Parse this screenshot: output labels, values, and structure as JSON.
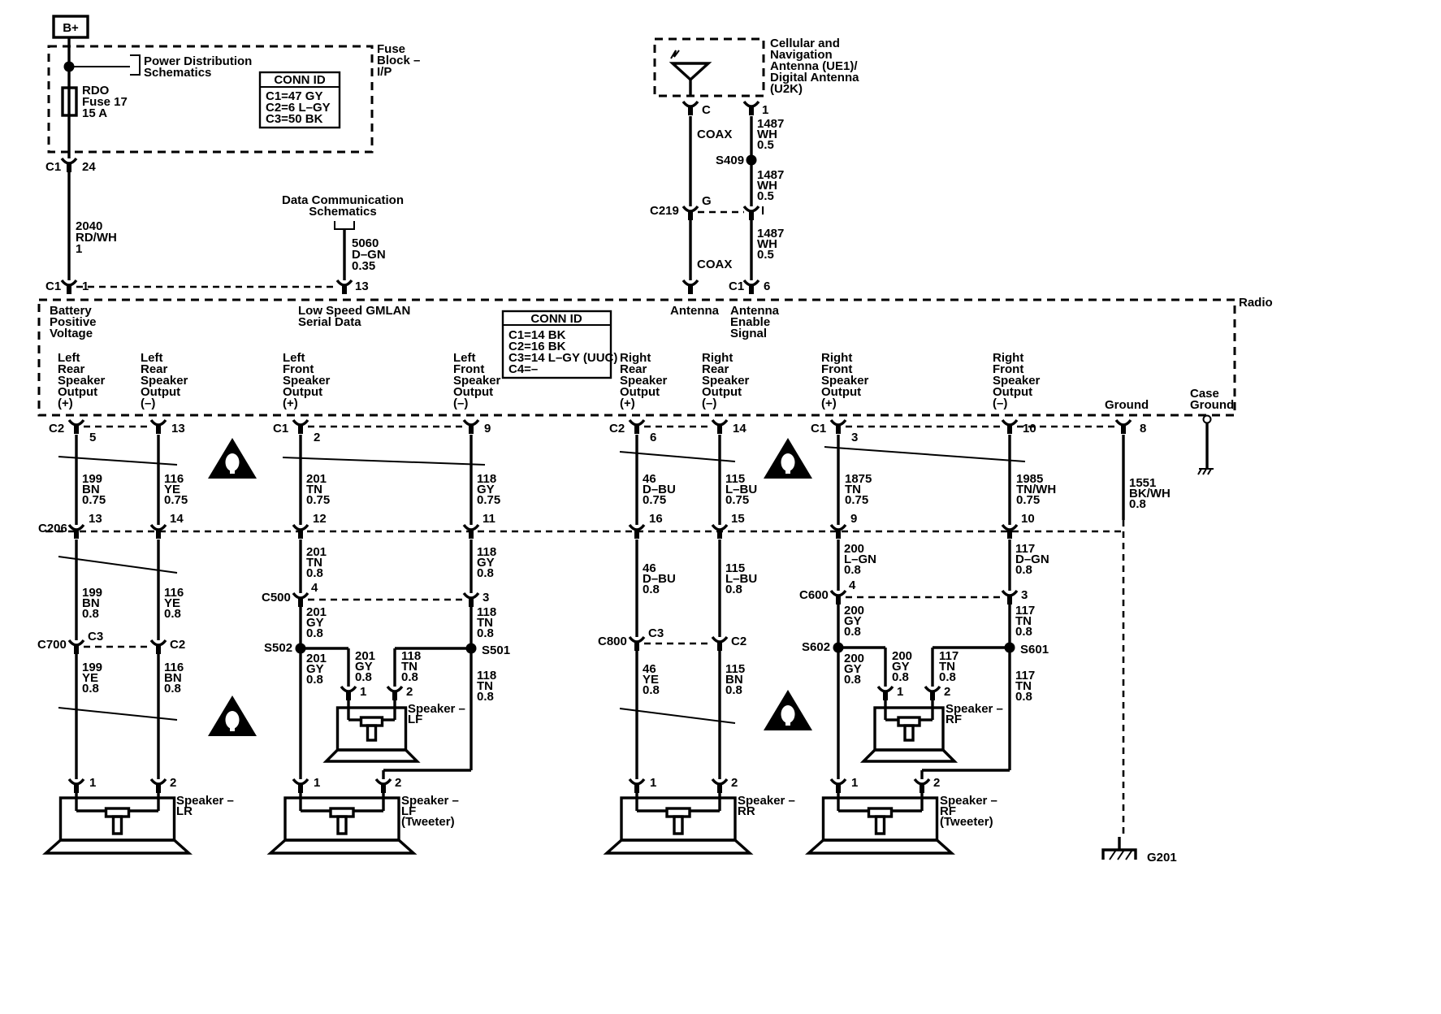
{
  "power": {
    "battery_label": "B+",
    "fuse_block_label": [
      "Fuse",
      "Block –",
      "I/P"
    ],
    "power_dist_label": [
      "Power Distribution",
      "Schematics"
    ],
    "fuse_label": [
      "RDO",
      "Fuse 17",
      "15 A"
    ],
    "conn_id_title": "CONN ID",
    "conn_id_lines": [
      "C1=47 GY",
      "C2=6 L–GY",
      "C3=50 BK"
    ],
    "c1_label": "C1",
    "c1_pin": "24",
    "wire": [
      "2040",
      "RD/WH",
      "1"
    ]
  },
  "data_comm": {
    "label": [
      "Data Communication",
      "Schematics"
    ],
    "wire": [
      "5060",
      "D–GN",
      "0.35"
    ]
  },
  "antenna": {
    "label": [
      "Cellular and",
      "Navigation",
      "Antenna (UE1)/",
      "Digital Antenna",
      "(U2K)"
    ],
    "pin_c": "C",
    "pin_1": "1",
    "coax": "COAX",
    "wire_top": [
      "1487",
      "WH",
      "0.5"
    ],
    "splice": "S409",
    "wire_mid": [
      "1487",
      "WH",
      "0.5"
    ],
    "c219": "C219",
    "c219_pin_g": "G",
    "c219_pin_i": "I",
    "coax2": "COAX",
    "wire_bot": [
      "1487",
      "WH",
      "0.5"
    ]
  },
  "radio": {
    "label": "Radio",
    "conn_id_title": "CONN ID",
    "conn_id_lines": [
      "C1=14 BK",
      "C2=16 BK",
      "C3=14 L–GY (UUC)",
      "C4=–"
    ],
    "top_connectors": [
      {
        "conn": "C1",
        "pin": "1"
      },
      {
        "conn": "",
        "pin": "13"
      },
      {
        "conn": "",
        "pin": ""
      },
      {
        "conn": "C1",
        "pin": "6"
      }
    ],
    "top_labels": [
      [
        "Battery",
        "Positive",
        "Voltage"
      ],
      [
        "Low Speed GMLAN",
        "Serial Data"
      ],
      [
        "Antenna"
      ],
      [
        "Antenna",
        "Enable",
        "Signal"
      ]
    ],
    "outputs": [
      [
        "Left",
        "Rear",
        "Speaker",
        "Output",
        "(+)"
      ],
      [
        "Left",
        "Rear",
        "Speaker",
        "Output",
        "(–)"
      ],
      [
        "Left",
        "Front",
        "Speaker",
        "Output",
        "(+)"
      ],
      [
        "Left",
        "Front",
        "Speaker",
        "Output",
        "(–)"
      ],
      [
        "Right",
        "Rear",
        "Speaker",
        "Output",
        "(+)"
      ],
      [
        "Right",
        "Rear",
        "Speaker",
        "Output",
        "(–)"
      ],
      [
        "Right",
        "Front",
        "Speaker",
        "Output",
        "(+)"
      ],
      [
        "Right",
        "Front",
        "Speaker",
        "Output",
        "(–)"
      ],
      [
        "Ground"
      ],
      [
        "Case",
        "Ground"
      ]
    ],
    "output_conn": [
      "C2",
      "",
      "C1",
      "",
      "C2",
      "",
      "C1",
      "",
      "",
      ""
    ],
    "output_pins": [
      "5",
      "13",
      "2",
      "9",
      "6",
      "14",
      "3",
      "10",
      "8",
      ""
    ]
  },
  "wires_upper": [
    [
      "199",
      "BN",
      "0.75"
    ],
    [
      "116",
      "YE",
      "0.75"
    ],
    [
      "201",
      "TN",
      "0.75"
    ],
    [
      "118",
      "GY",
      "0.75"
    ],
    [
      "46",
      "D–BU",
      "0.75"
    ],
    [
      "115",
      "L–BU",
      "0.75"
    ],
    [
      "1875",
      "TN",
      "0.75"
    ],
    [
      "1985",
      "TN/WH",
      "0.75"
    ],
    [
      "1551",
      "BK/WH",
      "0.8"
    ]
  ],
  "c206": {
    "label": "C206",
    "pins": [
      "13",
      "14",
      "12",
      "11",
      "16",
      "15",
      "9",
      "10"
    ]
  },
  "wires_mid": [
    [
      "199",
      "BN",
      "0.8"
    ],
    [
      "116",
      "YE",
      "0.8"
    ],
    [
      "201",
      "TN",
      "0.8"
    ],
    [
      "118",
      "GY",
      "0.8"
    ],
    [
      "46",
      "D–BU",
      "0.8"
    ],
    [
      "115",
      "L–BU",
      "0.8"
    ],
    [
      "200",
      "L–GN",
      "0.8"
    ],
    [
      "117",
      "D–GN",
      "0.8"
    ]
  ],
  "inline2": [
    {
      "label": "C700",
      "pin_a": "C3",
      "pin_b": "C2"
    },
    {
      "label": "C500",
      "pin_a": "4",
      "pin_b": "3"
    },
    {
      "label": "C800",
      "pin_a": "C3",
      "pin_b": "C2"
    },
    {
      "label": "C600",
      "pin_a": "4",
      "pin_b": "3"
    }
  ],
  "wires_post": [
    [
      "199",
      "YE",
      "0.8"
    ],
    [
      "116",
      "BN",
      "0.8"
    ],
    [
      "201",
      "GY",
      "0.8"
    ],
    [
      "118",
      "TN",
      "0.8"
    ],
    [
      "46",
      "YE",
      "0.8"
    ],
    [
      "115",
      "BN",
      "0.8"
    ],
    [
      "200",
      "GY",
      "0.8"
    ],
    [
      "117",
      "TN",
      "0.8"
    ]
  ],
  "splices": [
    "S502",
    "S501",
    "S602",
    "S601"
  ],
  "wires_lower": [
    [
      "201",
      "GY",
      "0.8"
    ],
    [
      "118",
      "TN",
      "0.8"
    ],
    [
      "200",
      "GY",
      "0.8"
    ],
    [
      "117",
      "TN",
      "0.8"
    ]
  ],
  "branches": [
    [
      "201",
      "GY",
      "0.8"
    ],
    [
      "118",
      "TN",
      "0.8"
    ],
    [
      "200",
      "GY",
      "0.8"
    ],
    [
      "117",
      "TN",
      "0.8"
    ]
  ],
  "tweeters_small": [
    {
      "label": [
        "Speaker –",
        "LF"
      ],
      "pin_a": "1",
      "pin_b": "2"
    },
    {
      "label": [
        "Speaker –",
        "RF"
      ],
      "pin_a": "1",
      "pin_b": "2"
    }
  ],
  "speakers": [
    {
      "label": [
        "Speaker –",
        "LR"
      ],
      "pin_a": "1",
      "pin_b": "2"
    },
    {
      "label": [
        "Speaker –",
        "LF",
        "(Tweeter)"
      ],
      "pin_a": "1",
      "pin_b": "2"
    },
    {
      "label": [
        "Speaker –",
        "RR"
      ],
      "pin_a": "1",
      "pin_b": "2"
    },
    {
      "label": [
        "Speaker –",
        "RF",
        "(Tweeter)"
      ],
      "pin_a": "1",
      "pin_b": "2"
    }
  ],
  "ground_label": "G201",
  "icons": {
    "warning": "warning-triangle-icon",
    "antenna": "antenna-icon",
    "ground": "ground-icon",
    "speaker": "speaker-icon",
    "fuse": "fuse-icon"
  }
}
